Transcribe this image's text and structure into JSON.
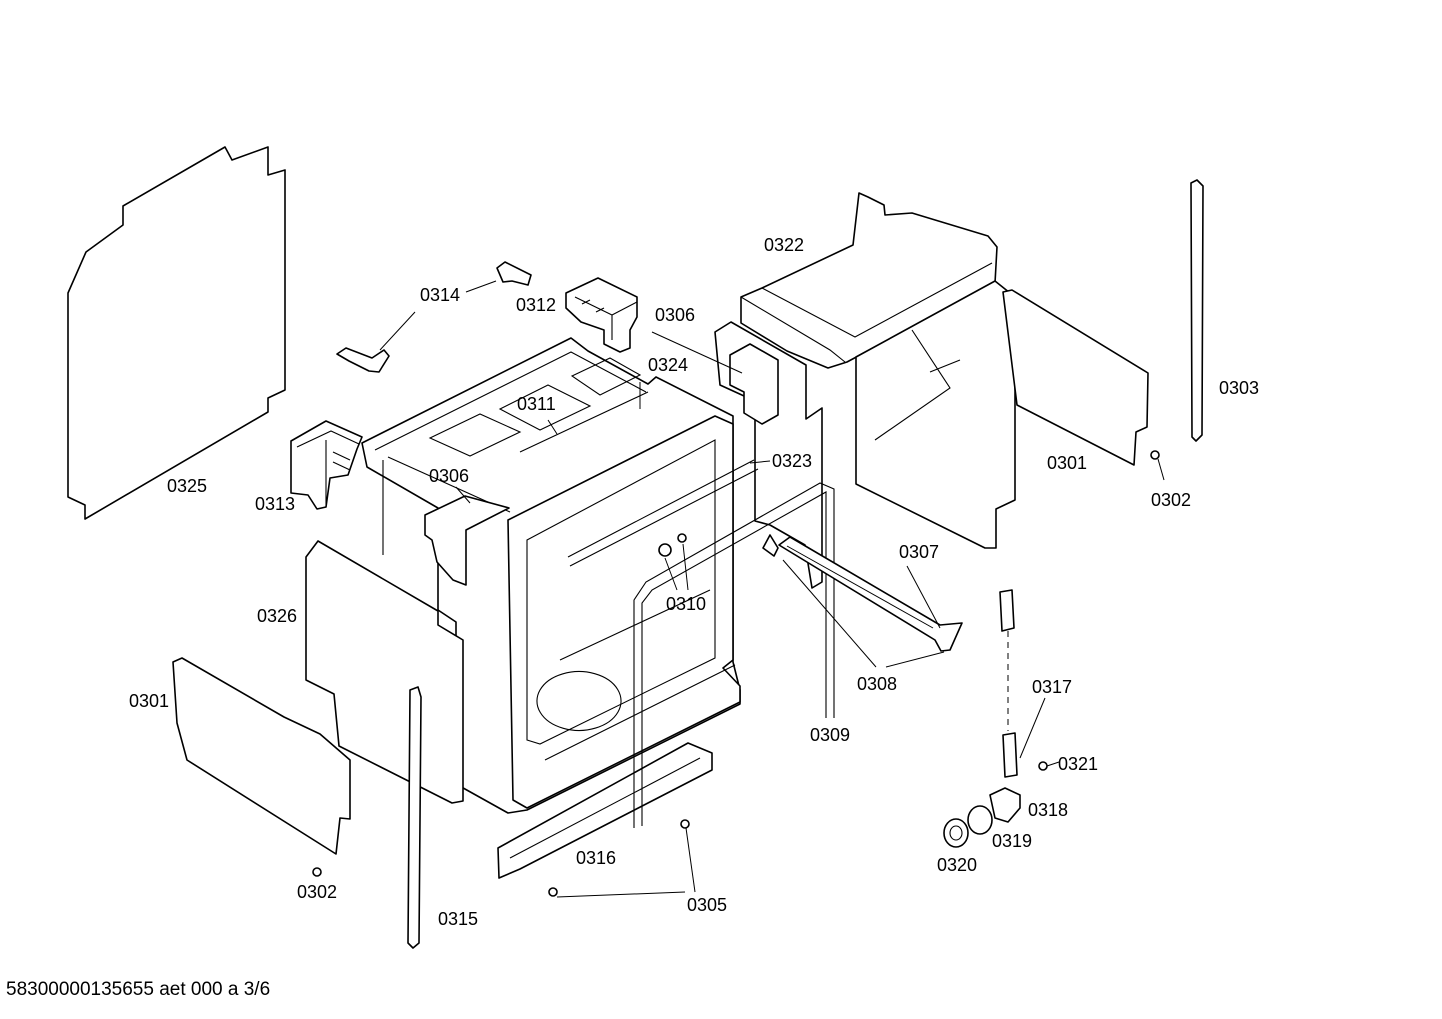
{
  "footer_code": "58300000135655 aet 000 a 3/6",
  "part_labels": {
    "p0325": "0325",
    "p0314": "0314",
    "p0312": "0312",
    "p0306_top": "0306",
    "p0322": "0322",
    "p0324": "0324",
    "p0311": "0311",
    "p0313": "0313",
    "p0306_mid": "0306",
    "p0323": "0323",
    "p0303": "0303",
    "p0301_right": "0301",
    "p0302_right": "0302",
    "p0307": "0307",
    "p0310": "0310",
    "p0326": "0326",
    "p0308": "0308",
    "p0301_left": "0301",
    "p0309": "0309",
    "p0317": "0317",
    "p0321": "0321",
    "p0318": "0318",
    "p0319": "0319",
    "p0320": "0320",
    "p0316": "0316",
    "p0302_left": "0302",
    "p0305": "0305",
    "p0315": "0315"
  }
}
